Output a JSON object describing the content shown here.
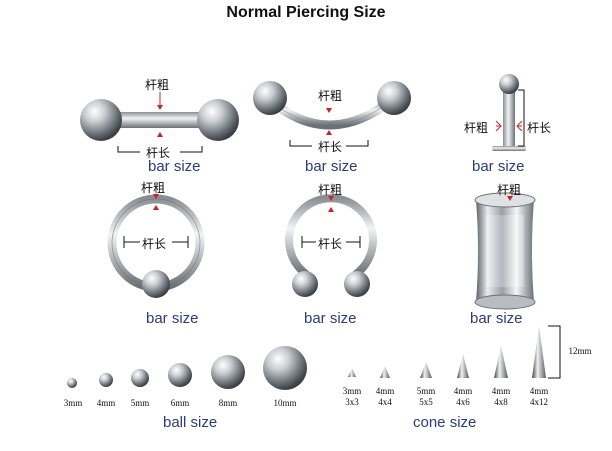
{
  "title": "Normal Piercing Size",
  "labels": {
    "bar_size": "bar size",
    "ball_size": "ball size",
    "cone_size": "cone size",
    "thickness": "杆粗",
    "length": "杆长"
  },
  "balls": [
    "3mm",
    "4mm",
    "5mm",
    "6mm",
    "8mm",
    "10mm"
  ],
  "cones": [
    {
      "base": "3mm",
      "dims": "3x3"
    },
    {
      "base": "4mm",
      "dims": "4x4"
    },
    {
      "base": "5mm",
      "dims": "5x5"
    },
    {
      "base": "4mm",
      "dims": "4x6"
    },
    {
      "base": "4mm",
      "dims": "4x8"
    },
    {
      "base": "4mm",
      "dims": "4x12"
    }
  ],
  "cone_height": "12mm",
  "colors": {
    "label_blue": "#2a3a8c",
    "arrow_red": "#d22020",
    "metal": "#9aa0a6"
  }
}
